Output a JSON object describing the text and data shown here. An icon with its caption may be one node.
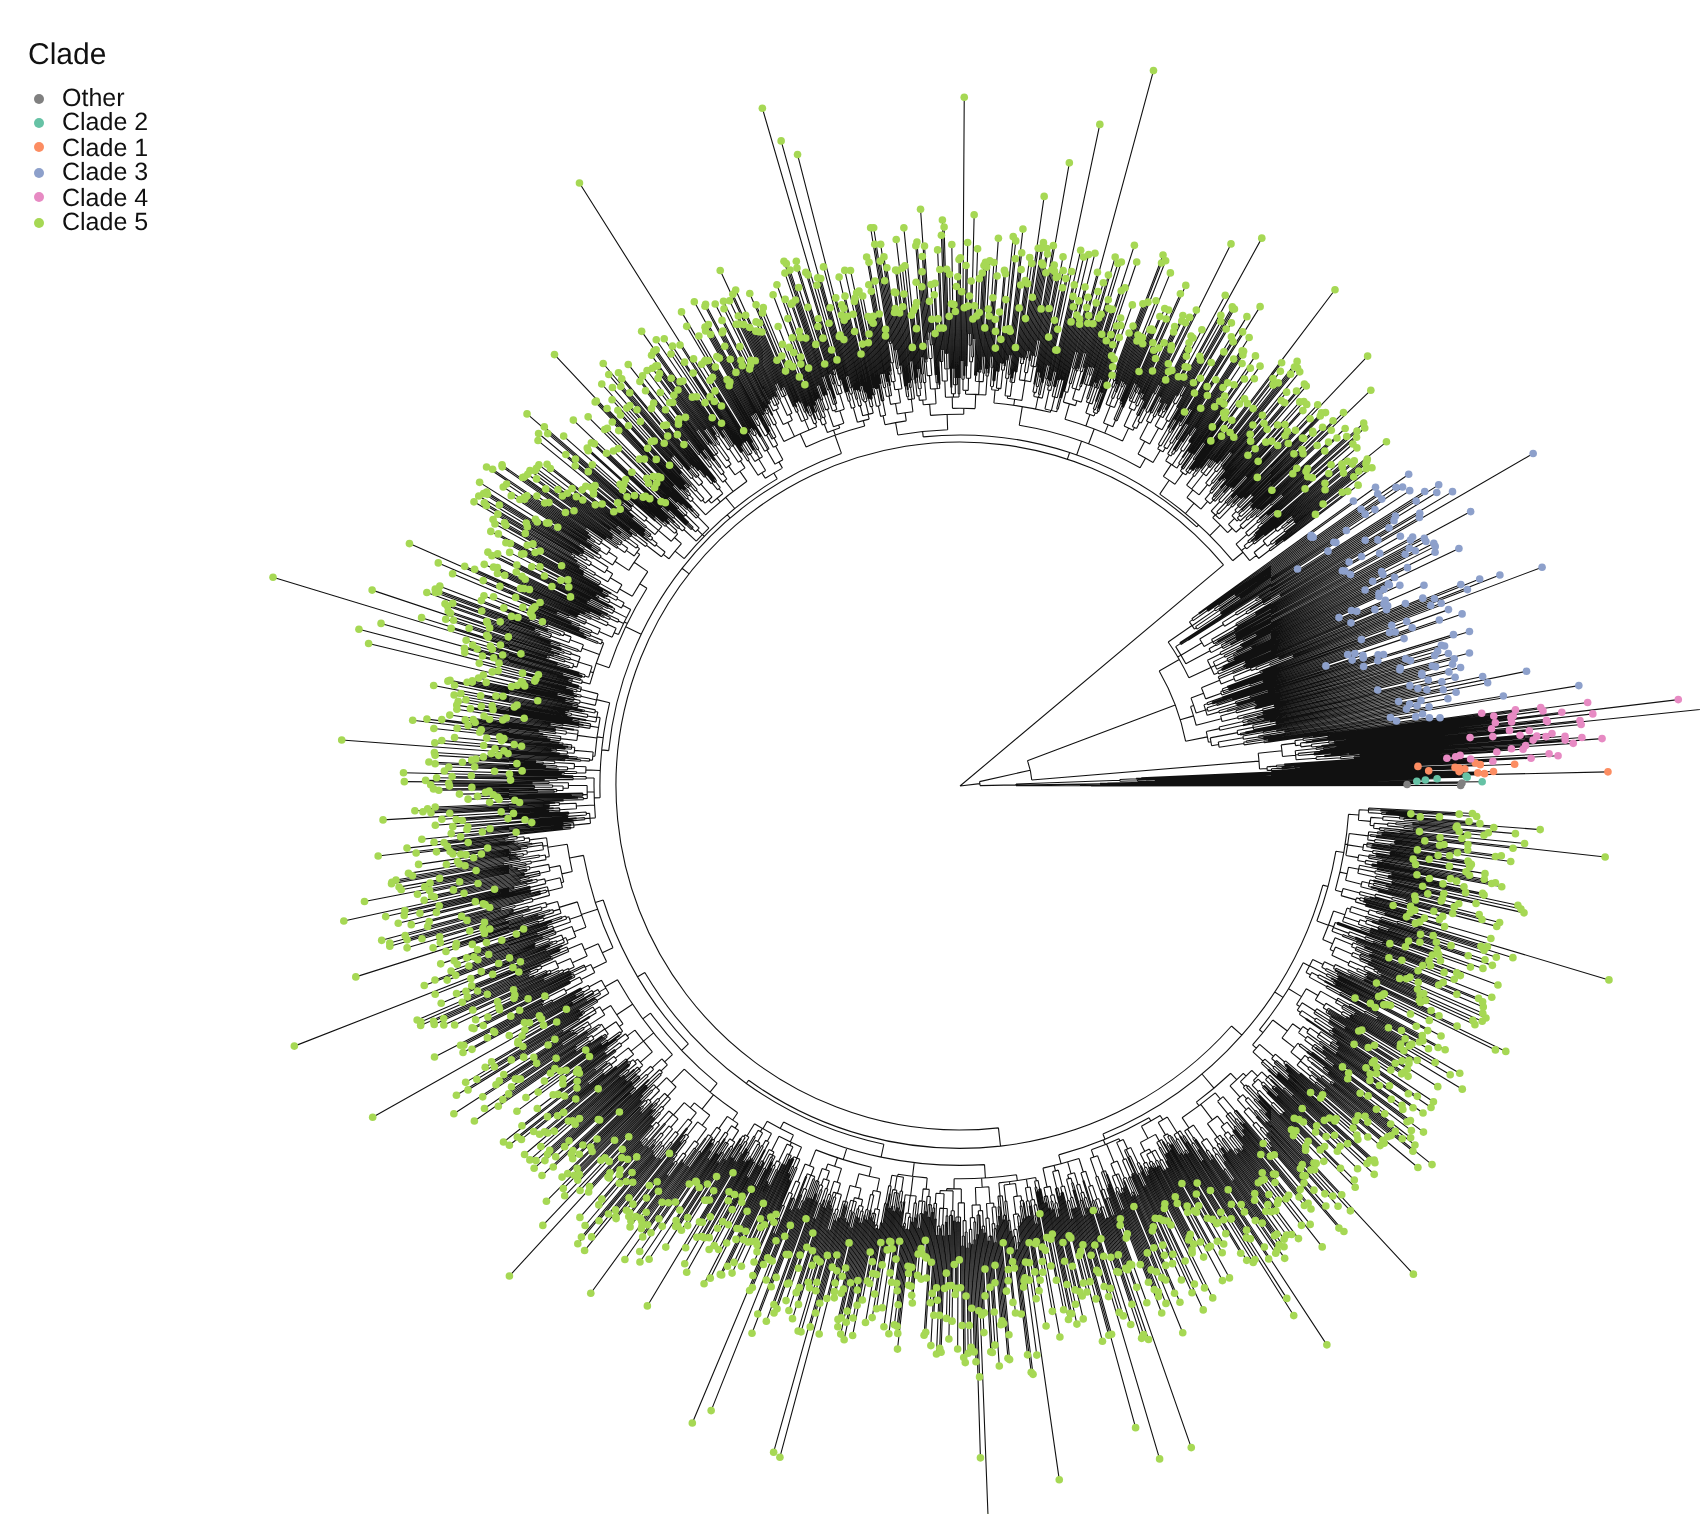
{
  "diagram": {
    "labels": [
      "Clade"
    ],
    "legend": [
      {
        "text": "Other",
        "color": "#808080"
      },
      {
        "text": "Clade 2",
        "color": "#66c2a5"
      },
      {
        "text": "Clade 1",
        "color": "#fc8d62"
      },
      {
        "text": "Clade 3",
        "color": "#8da0cb"
      },
      {
        "text": "Clade 4",
        "color": "#e78ac3"
      },
      {
        "text": "Clade 5",
        "color": "#a6d854"
      }
    ]
  }
}
